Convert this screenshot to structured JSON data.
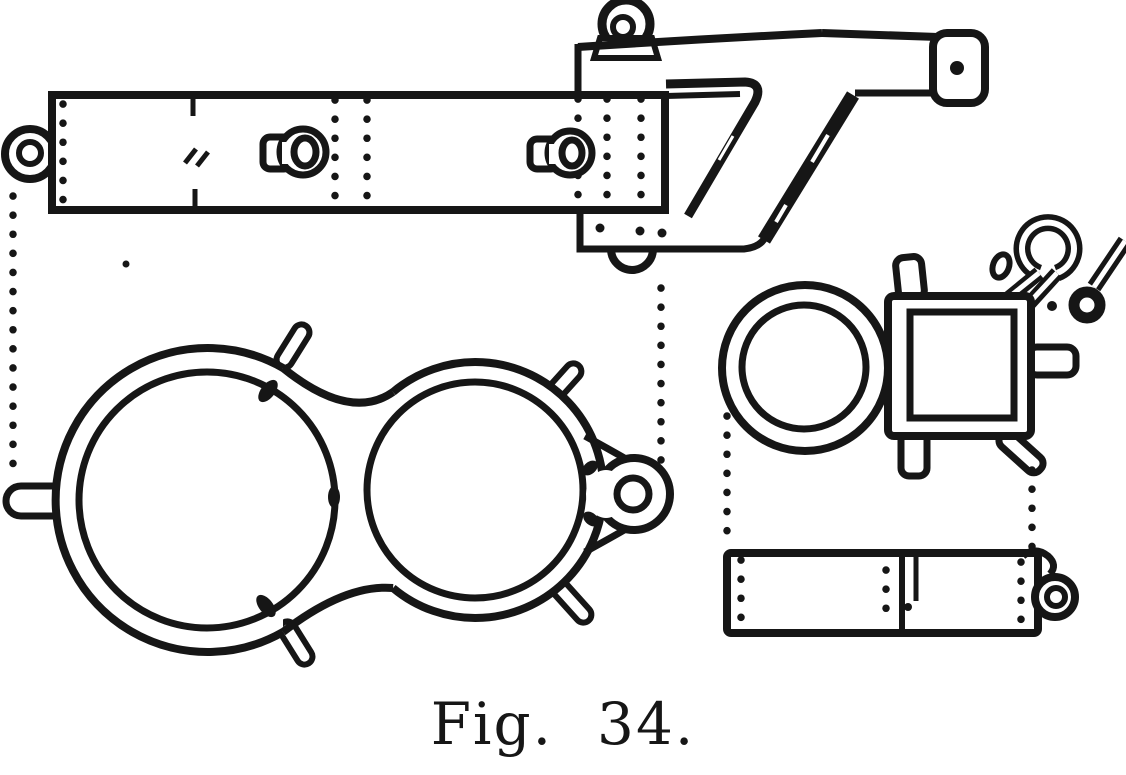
{
  "figure": {
    "caption": "Fig. 34.",
    "caption_word": "Fig.",
    "caption_number": "34.",
    "ink_color": "#161616",
    "paper_color": "#ffffff"
  }
}
